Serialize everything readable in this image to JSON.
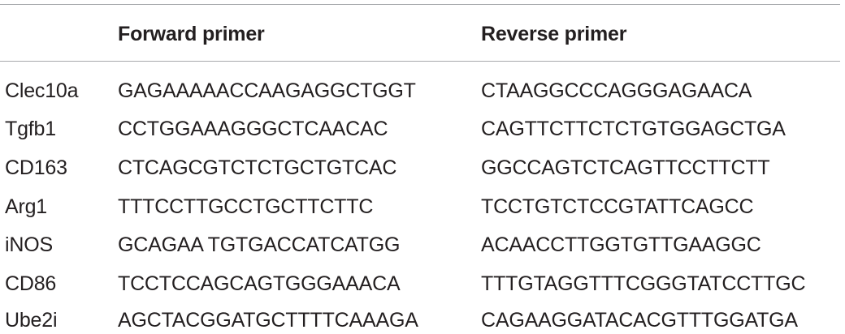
{
  "table": {
    "headers": [
      "",
      "Forward primer",
      "Reverse primer"
    ],
    "rows": [
      [
        "Clec10a",
        "GAGAAAAACCAAGAGGCTGGT",
        "CTAAGGCCCAGGGAGAACA"
      ],
      [
        "Tgfb1",
        "CCTGGAAAGGGCTCAACAC",
        "CAGTTCTTCTCTGTGGAGCTGA"
      ],
      [
        "CD163",
        "CTCAGCGTCTCTGCTGTCAC",
        "GGCCAGTCTCAGTTCCTTCTT"
      ],
      [
        "Arg1",
        "TTTCCTTGCCTGCTTCTTC",
        "TCCTGTCTCCGTATTCAGCC"
      ],
      [
        "iNOS",
        "GCAGAA TGTGACCATCATGG",
        "ACAACCTTGGTGTTGAAGGC"
      ],
      [
        "CD86",
        "TCCTCCAGCAGTGGGAAACA",
        "TTTGTAGGTTTCGGGTATCCTTGC"
      ],
      [
        "Ube2i",
        "AGCTACGGATGCTTTTCAAAGA",
        "CAGAAGGATACACGTTTGGATGA"
      ]
    ]
  }
}
